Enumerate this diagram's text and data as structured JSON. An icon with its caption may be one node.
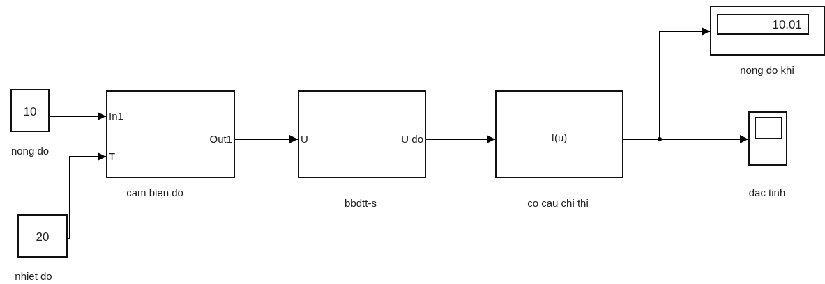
{
  "diagram": {
    "nodes": [
      {
        "text": [
          "10"
        ],
        "beside": [
          "nong do"
        ]
      },
      {
        "text": [
          "20"
        ],
        "beside": [
          "nhiet do"
        ]
      },
      {
        "text": [
          "In1",
          "T",
          "Out1"
        ],
        "beside": [
          "cam bien do"
        ]
      },
      {
        "text": [
          "U",
          "U do"
        ],
        "beside": [
          "bbdtt-s"
        ]
      },
      {
        "text": [
          "f(u)"
        ],
        "beside": [
          "co cau chi thi"
        ]
      },
      {
        "text": [
          "10.01"
        ],
        "beside": [
          "nong do khi"
        ]
      },
      {
        "text": [],
        "shape": "box",
        "beside": [
          "dac tinh"
        ]
      }
    ],
    "edges": [
      {
        "from": 0,
        "to": 2,
        "arrow": "to"
      },
      {
        "from": 1,
        "to": 2,
        "arrow": "to"
      },
      {
        "from": 2,
        "to": 3,
        "arrow": "to"
      },
      {
        "from": 3,
        "to": 4,
        "arrow": "to"
      },
      {
        "from": 4,
        "to": 5,
        "arrow": "to"
      },
      {
        "from": 4,
        "to": 6,
        "arrow": "to"
      }
    ]
  }
}
